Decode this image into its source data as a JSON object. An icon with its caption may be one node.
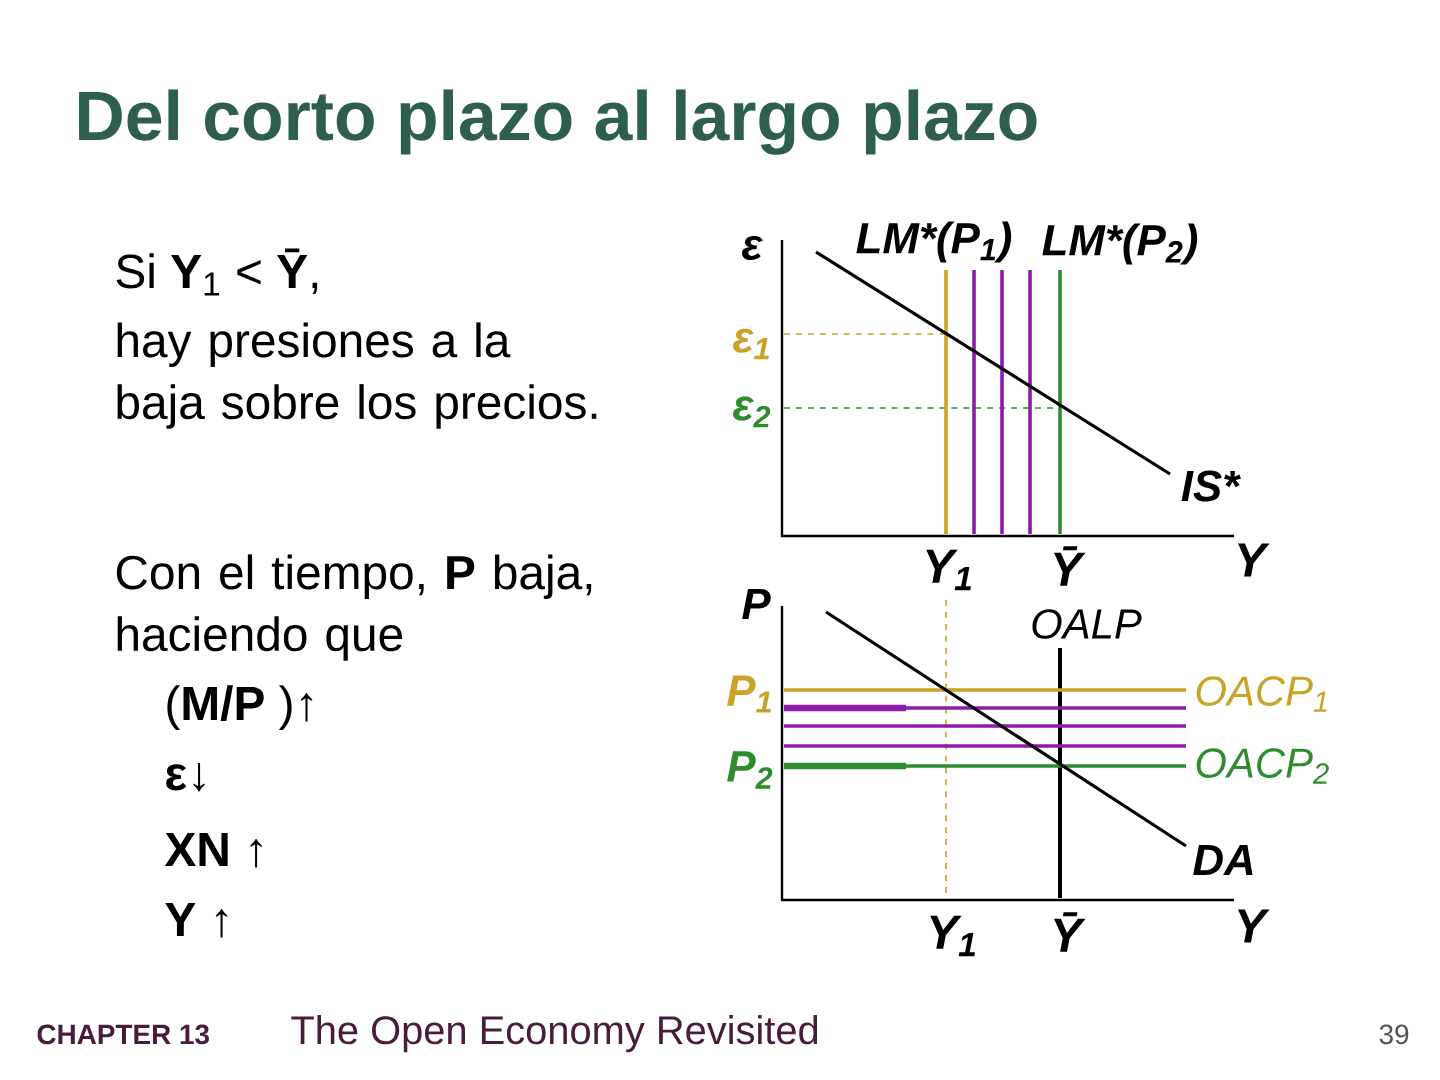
{
  "diagram": {
    "title": "Del corto plazo al largo plazo",
    "labels": [
      "Si **Y**$_{1}$ < **Ȳ**,",
      "hay presiones a la baja sobre los precios.",
      "Con el tiempo, **P** baja, haciendo que",
      "(**M/P** )↑",
      "**ε**↓",
      "**XN** ↑",
      "**Y** ↑",
      "ε",
      "LM*(P$_{1}$)",
      "LM*(P$_{2}$)",
      "ε$_{1}$",
      "ε$_{2}$",
      "IS*",
      "Y$_{1}$",
      "Ȳ",
      "Y",
      "P",
      "OALP",
      "P$_{1}$",
      "OACP$_{1}$",
      "P$_{2}$",
      "OACP$_{2}$",
      "DA",
      "Y$_{1}$",
      "Ȳ",
      "Y",
      "CHAPTER 13",
      "The Open Economy Revisited",
      "39"
    ]
  }
}
